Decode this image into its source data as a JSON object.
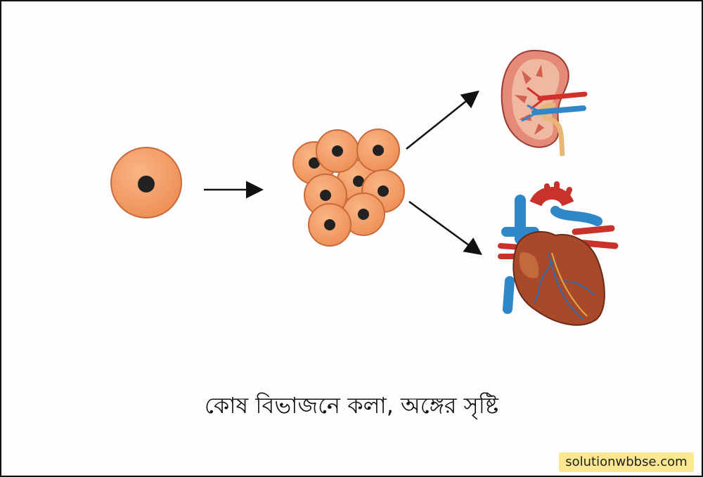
{
  "caption": "কোষ বিভাজনে কলা, অঙ্গের সৃষ্টি",
  "watermark": "solutionwbbse.com",
  "colors": {
    "cell_fill": "#f6a06b",
    "cell_stroke": "#c96a3c",
    "nucleus": "#222222",
    "artery": "#d2302c",
    "vein": "#2f86c8",
    "heart": "#a84a2a",
    "kidney": "#e07a6a"
  },
  "icons": [
    "single-cell",
    "cell-cluster",
    "kidney",
    "heart",
    "arrow"
  ]
}
